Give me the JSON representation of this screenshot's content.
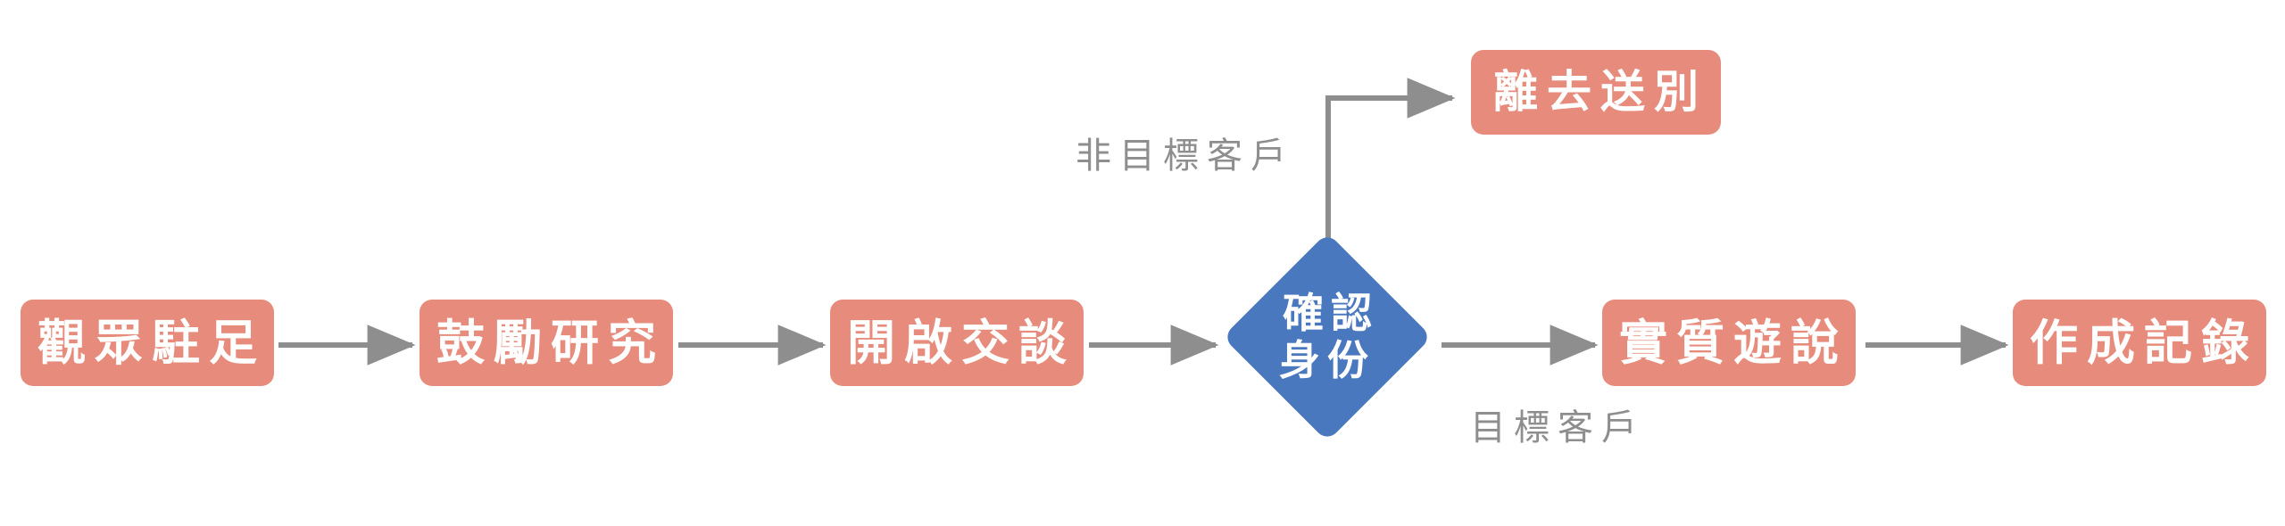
{
  "diagram": {
    "title": "",
    "type": "flowchart",
    "colors": {
      "process_fill": "#E78C7C",
      "decision_fill": "#4A78BE",
      "node_text": "#FFFFFF",
      "connector": "#8E8E8E",
      "edge_label_text": "#8E8E8E",
      "background": "#FFFFFF"
    },
    "nodes": [
      {
        "id": "n1",
        "shape": "process",
        "label": "觀眾駐足"
      },
      {
        "id": "n2",
        "shape": "process",
        "label": "鼓勵研究"
      },
      {
        "id": "n3",
        "shape": "process",
        "label": "開啟交談"
      },
      {
        "id": "n4",
        "shape": "decision",
        "label": "確認\n身份"
      },
      {
        "id": "n5",
        "shape": "process",
        "label": "離去送別"
      },
      {
        "id": "n6",
        "shape": "process",
        "label": "實質遊說"
      },
      {
        "id": "n7",
        "shape": "process",
        "label": "作成記錄"
      }
    ],
    "edges": [
      {
        "from": "n1",
        "to": "n2",
        "label": ""
      },
      {
        "from": "n2",
        "to": "n3",
        "label": ""
      },
      {
        "from": "n3",
        "to": "n4",
        "label": ""
      },
      {
        "from": "n4",
        "to": "n5",
        "label": "非目標客戶"
      },
      {
        "from": "n4",
        "to": "n6",
        "label": "目標客戶"
      },
      {
        "from": "n6",
        "to": "n7",
        "label": ""
      }
    ],
    "edge_labels": {
      "non_target": "非目標客戶",
      "target": "目標客戶"
    }
  }
}
